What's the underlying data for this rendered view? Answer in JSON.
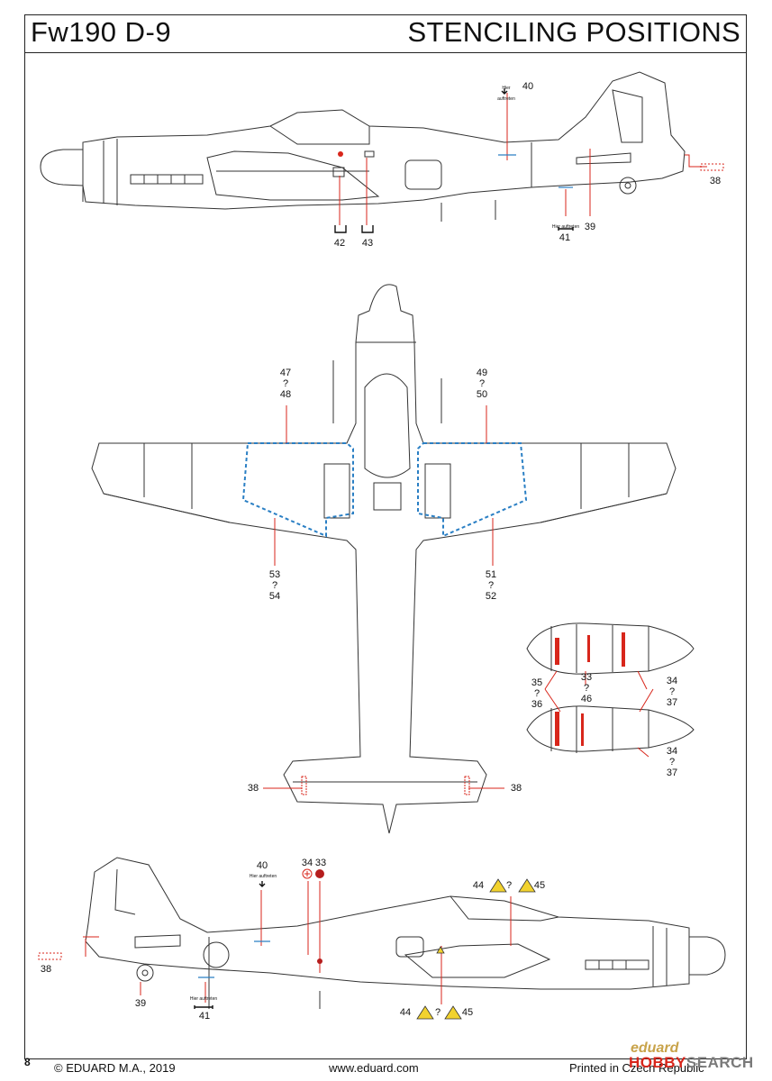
{
  "title": {
    "model": "Fw190 D-9",
    "heading": "STENCILING POSITIONS"
  },
  "labels": {
    "n38": "38",
    "n39": "39",
    "n40": "40",
    "n41": "41",
    "n42": "42",
    "n43": "43",
    "n47_48": [
      "47",
      "?",
      "48"
    ],
    "n49_50": [
      "49",
      "?",
      "50"
    ],
    "n53_54": [
      "53",
      "?",
      "54"
    ],
    "n51_52": [
      "51",
      "?",
      "52"
    ],
    "n35_36": [
      "35",
      "?",
      "36"
    ],
    "n33_46": [
      "33",
      "?",
      "46"
    ],
    "n34_37": [
      "34",
      "?",
      "37"
    ],
    "n34": "34",
    "n33": "33",
    "n44": "44",
    "n45": "45",
    "q": "?"
  },
  "stencil_text": {
    "hier": "Hier auftreten"
  },
  "footer": {
    "page": "8",
    "copyright": "© EDUARD M.A., 2019",
    "url": "www.eduard.com",
    "printed": "Printed in Czech Republic"
  },
  "brand": {
    "logo": "eduard",
    "watermark_a": "HOBBY",
    "watermark_b": "SEARCH"
  },
  "colors": {
    "stencil_red": "#d8261b",
    "panel_blue": "#2a7fc4",
    "outline": "#333333",
    "warning_yellow": "#f2d22e"
  }
}
